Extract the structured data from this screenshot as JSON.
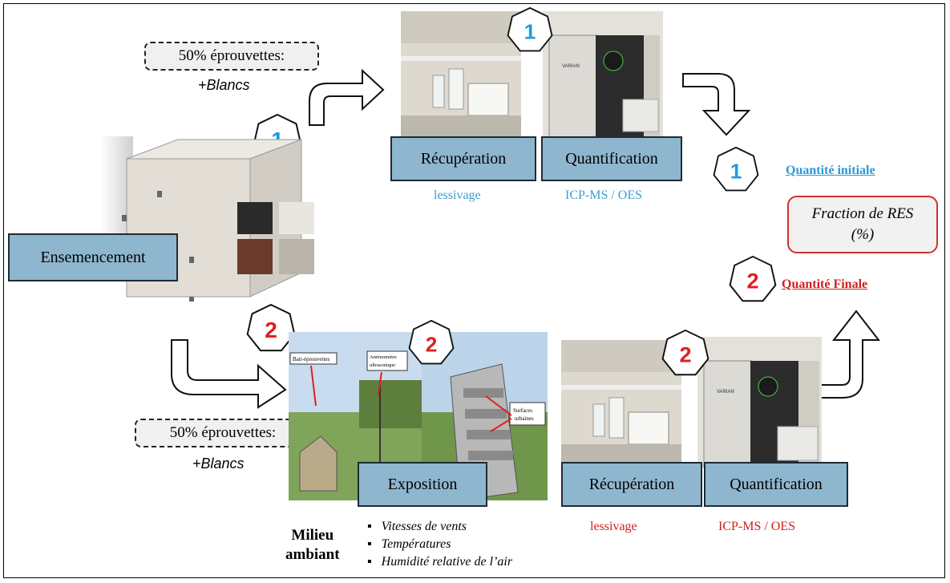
{
  "steps": {
    "ensemencement": "Ensemencement",
    "recuperation_top": "Récupération",
    "quantification_top": "Quantification",
    "exposition": "Exposition",
    "recuperation_bottom": "Récupération",
    "quantification_bottom": "Quantification"
  },
  "sublabels": {
    "lessivage_top": "lessivage",
    "icp_top": "ICP-MS / OES",
    "lessivage_bottom": "lessivage",
    "icp_bottom": "ICP-MS / OES"
  },
  "branches": {
    "top_percent": "50% éprouvettes:",
    "top_blancs": "+Blancs",
    "bottom_percent": "50% éprouvettes:",
    "bottom_blancs": "+Blancs"
  },
  "markers": {
    "one": "1",
    "two": "2"
  },
  "results": {
    "initial": "Quantité initiale",
    "final": "Quantité Finale",
    "fraction_line1": "Fraction de RES",
    "fraction_line2": "(%)"
  },
  "photo_labels": {
    "bati": "Bati-éprouvettes",
    "anemometre_1": "Anémomètre",
    "anemometre_2": "ultrasonique",
    "surfaces_1": "Surfaces",
    "surfaces_2": "urbaines",
    "varian": "VARIAN"
  },
  "environment": {
    "title_line1": "Milieu",
    "title_line2": "ambiant",
    "items": [
      "Vitesses de vents",
      "Températures",
      "Humidité relative de l’air"
    ]
  },
  "colors": {
    "blue": "#1e9be0",
    "red": "#e02020",
    "box": "#8fb6cf",
    "blue_text": "#3a9fd0",
    "red_text": "#d02020"
  }
}
